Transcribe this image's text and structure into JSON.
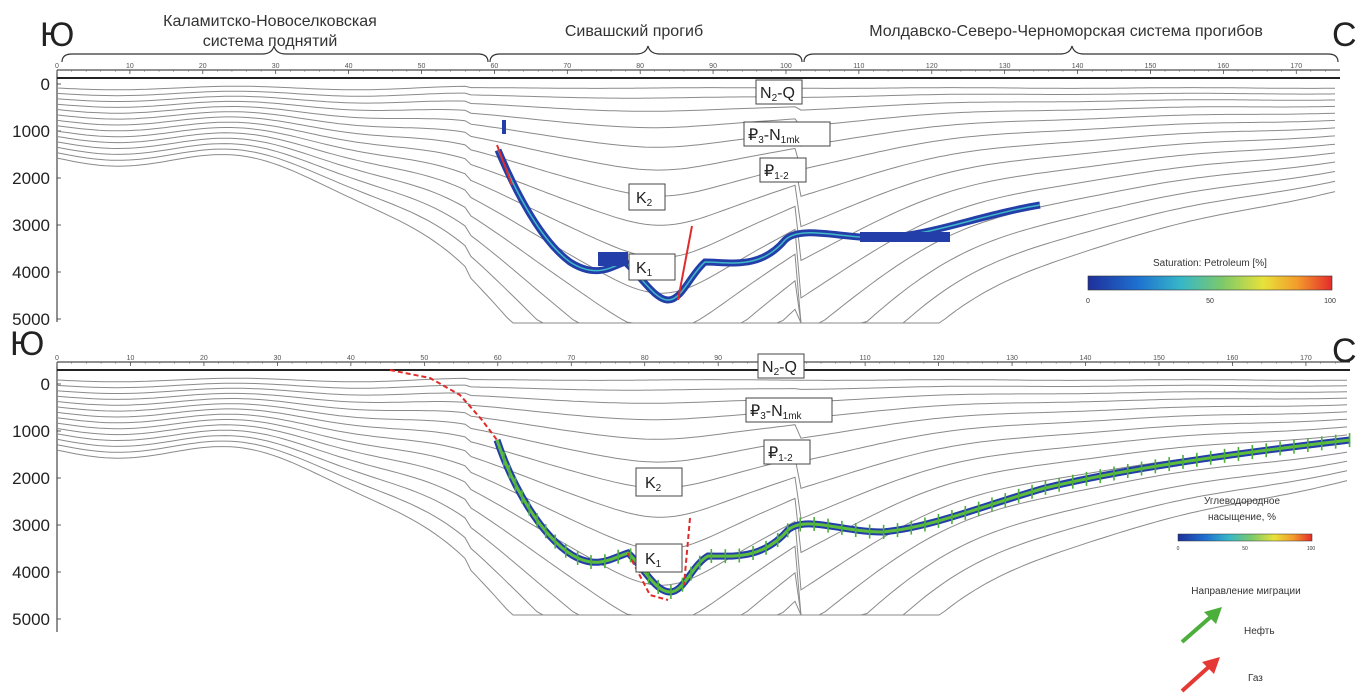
{
  "compass": {
    "south": "Ю",
    "north": "С"
  },
  "regions": [
    {
      "label": "Каламитско-Новоселковская система поднятий"
    },
    {
      "label": "Сивашский прогиб"
    },
    {
      "label": "Молдавско-Северо-Черноморская система прогибов"
    }
  ],
  "distance_ticks": [
    "0",
    "10",
    "20",
    "30",
    "40",
    "50",
    "60",
    "70",
    "80",
    "90",
    "100",
    "110",
    "120",
    "130",
    "140",
    "150",
    "160",
    "170"
  ],
  "depth_ticks": [
    "0",
    "1000",
    "2000",
    "3000",
    "4000",
    "5000"
  ],
  "strata": [
    {
      "id": "n2q",
      "label": "N2-Q"
    },
    {
      "id": "p3n1",
      "label": "₽3-N1mk"
    },
    {
      "id": "p12",
      "label": "₽1-2"
    },
    {
      "id": "k2",
      "label": "K2"
    },
    {
      "id": "k1",
      "label": "K1"
    }
  ],
  "legend_top": {
    "title": "Saturation: Petroleum [%]",
    "ticks": [
      "0",
      "50",
      "100"
    ]
  },
  "legend_bottom": {
    "title": "Углеводородное насыщение, %",
    "ticks": [
      "0",
      "50",
      "100"
    ],
    "migration_title": "Направление миграции",
    "oil": "Нефть",
    "gas": "Газ"
  },
  "colors": {
    "oil_arrow": "#4caf3c",
    "gas_arrow": "#e53935",
    "saturation_low": "#1f3fa8",
    "saturation_high": "#e53935"
  }
}
